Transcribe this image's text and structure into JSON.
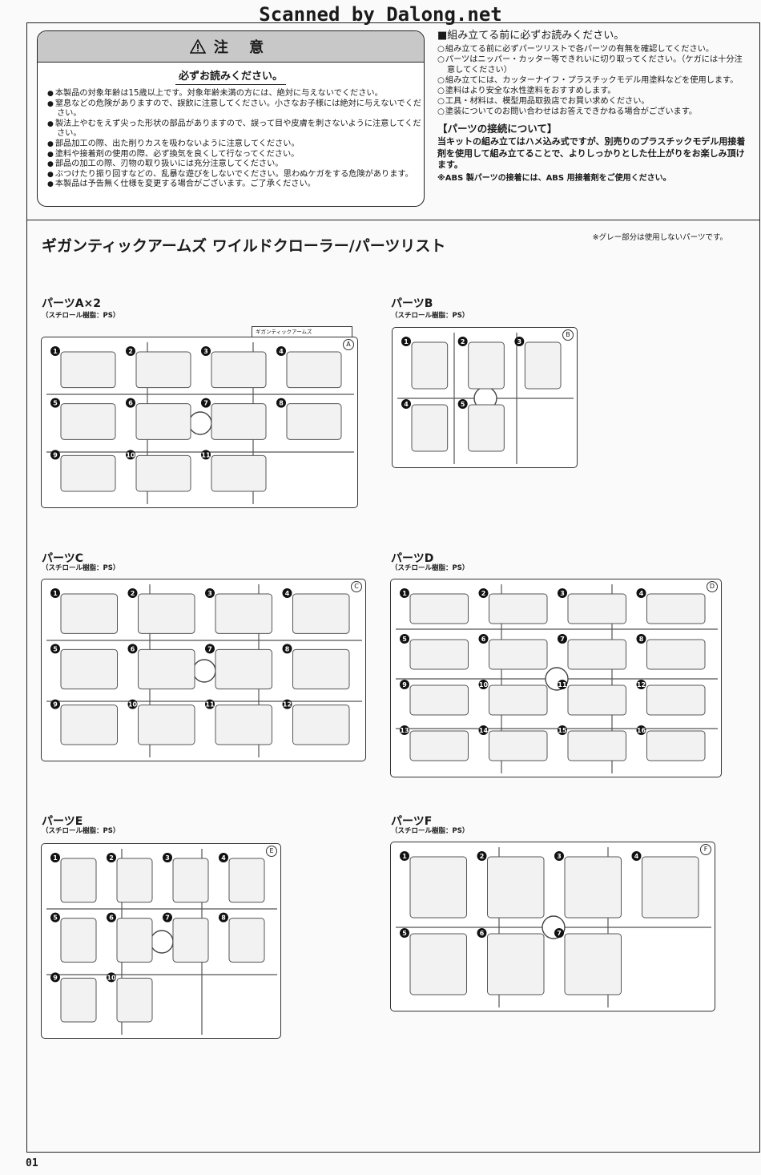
{
  "header": {
    "site": "Scanned by Dalong.net"
  },
  "caution": {
    "title": "注 意",
    "subtitle": "必ずお読みください。",
    "items": [
      "本製品の対象年齢は15歳以上です。対象年齢未満の方には、絶対に与えないでください。",
      "窒息などの危険がありますので、誤飲に注意してください。小さなお子様には絶対に与えないでください。",
      "製法上やむをえず尖った形状の部品がありますので、誤って目や皮膚を刺さないように注意してください。",
      "部品加工の際、出た削りカスを吸わないように注意してください。",
      "塗料や接着剤の使用の際、必ず換気を良くして行なってください。",
      "部品の加工の際、刃物の取り扱いには充分注意してください。",
      "ぶつけたり振り回すなどの、乱暴な遊びをしないでください。思わぬケガをする危険があります。",
      "本製品は予告無く仕様を変更する場合がございます。ご了承ください。"
    ]
  },
  "read_before": {
    "title": "■組み立てる前に必ずお読みください。",
    "items": [
      "組み立てる前に必ずパーツリストで各パーツの有無を確認してください。",
      "パーツはニッパー・カッター等できれいに切り取ってください。（ケガには十分注意してください）",
      "組み立てには、カッターナイフ・プラスチックモデル用塗料などを使用します。",
      "塗料はより安全な水性塗料をおすすめします。",
      "工具・材料は、模型用品取扱店でお買い求めください。",
      "塗装についてのお問い合わせはお答えできかねる場合がございます。"
    ],
    "connect_title": "【パーツの接続について】",
    "connect_body": "当キットの組み立てはハメ込み式ですが、別売りのプラスチックモデル用接着剤を使用して組み立てることで、よりしっかりとした仕上がりをお楽しみ頂けます。",
    "connect_note": "※ABS 製パーツの接着には、ABS 用接着剤をご使用ください。"
  },
  "parts_list": {
    "title": "ギガンティックアームズ ワイルドクローラー/パーツリスト",
    "gray_note": "※グレー部分は使用しないパーツです。",
    "material": "（スチロール樹脂：PS）",
    "runners": [
      {
        "name": "パーツA×2",
        "letter": "A",
        "tag": "ギガンティックアームズ",
        "numbers": [
          "1",
          "2",
          "3",
          "4",
          "5",
          "6",
          "7",
          "8",
          "9",
          "10",
          "11"
        ]
      },
      {
        "name": "パーツB",
        "letter": "B",
        "tag": "",
        "numbers": [
          "1",
          "2",
          "3",
          "4",
          "5"
        ]
      },
      {
        "name": "パーツC",
        "letter": "C",
        "tag": "",
        "numbers": [
          "1",
          "2",
          "3",
          "4",
          "5",
          "6",
          "7",
          "8",
          "9",
          "10",
          "11",
          "12"
        ]
      },
      {
        "name": "パーツD",
        "letter": "D",
        "tag": "",
        "numbers": [
          "1",
          "2",
          "3",
          "4",
          "5",
          "6",
          "7",
          "8",
          "9",
          "10",
          "11",
          "12",
          "13",
          "14",
          "15",
          "16"
        ]
      },
      {
        "name": "パーツE",
        "letter": "E",
        "tag": "",
        "numbers": [
          "1",
          "2",
          "3",
          "4",
          "5",
          "6",
          "7",
          "8",
          "9",
          "10"
        ]
      },
      {
        "name": "パーツF",
        "letter": "F",
        "tag": "",
        "numbers": [
          "1",
          "2",
          "3",
          "4",
          "5",
          "6",
          "7"
        ]
      }
    ]
  },
  "page_number": "01"
}
